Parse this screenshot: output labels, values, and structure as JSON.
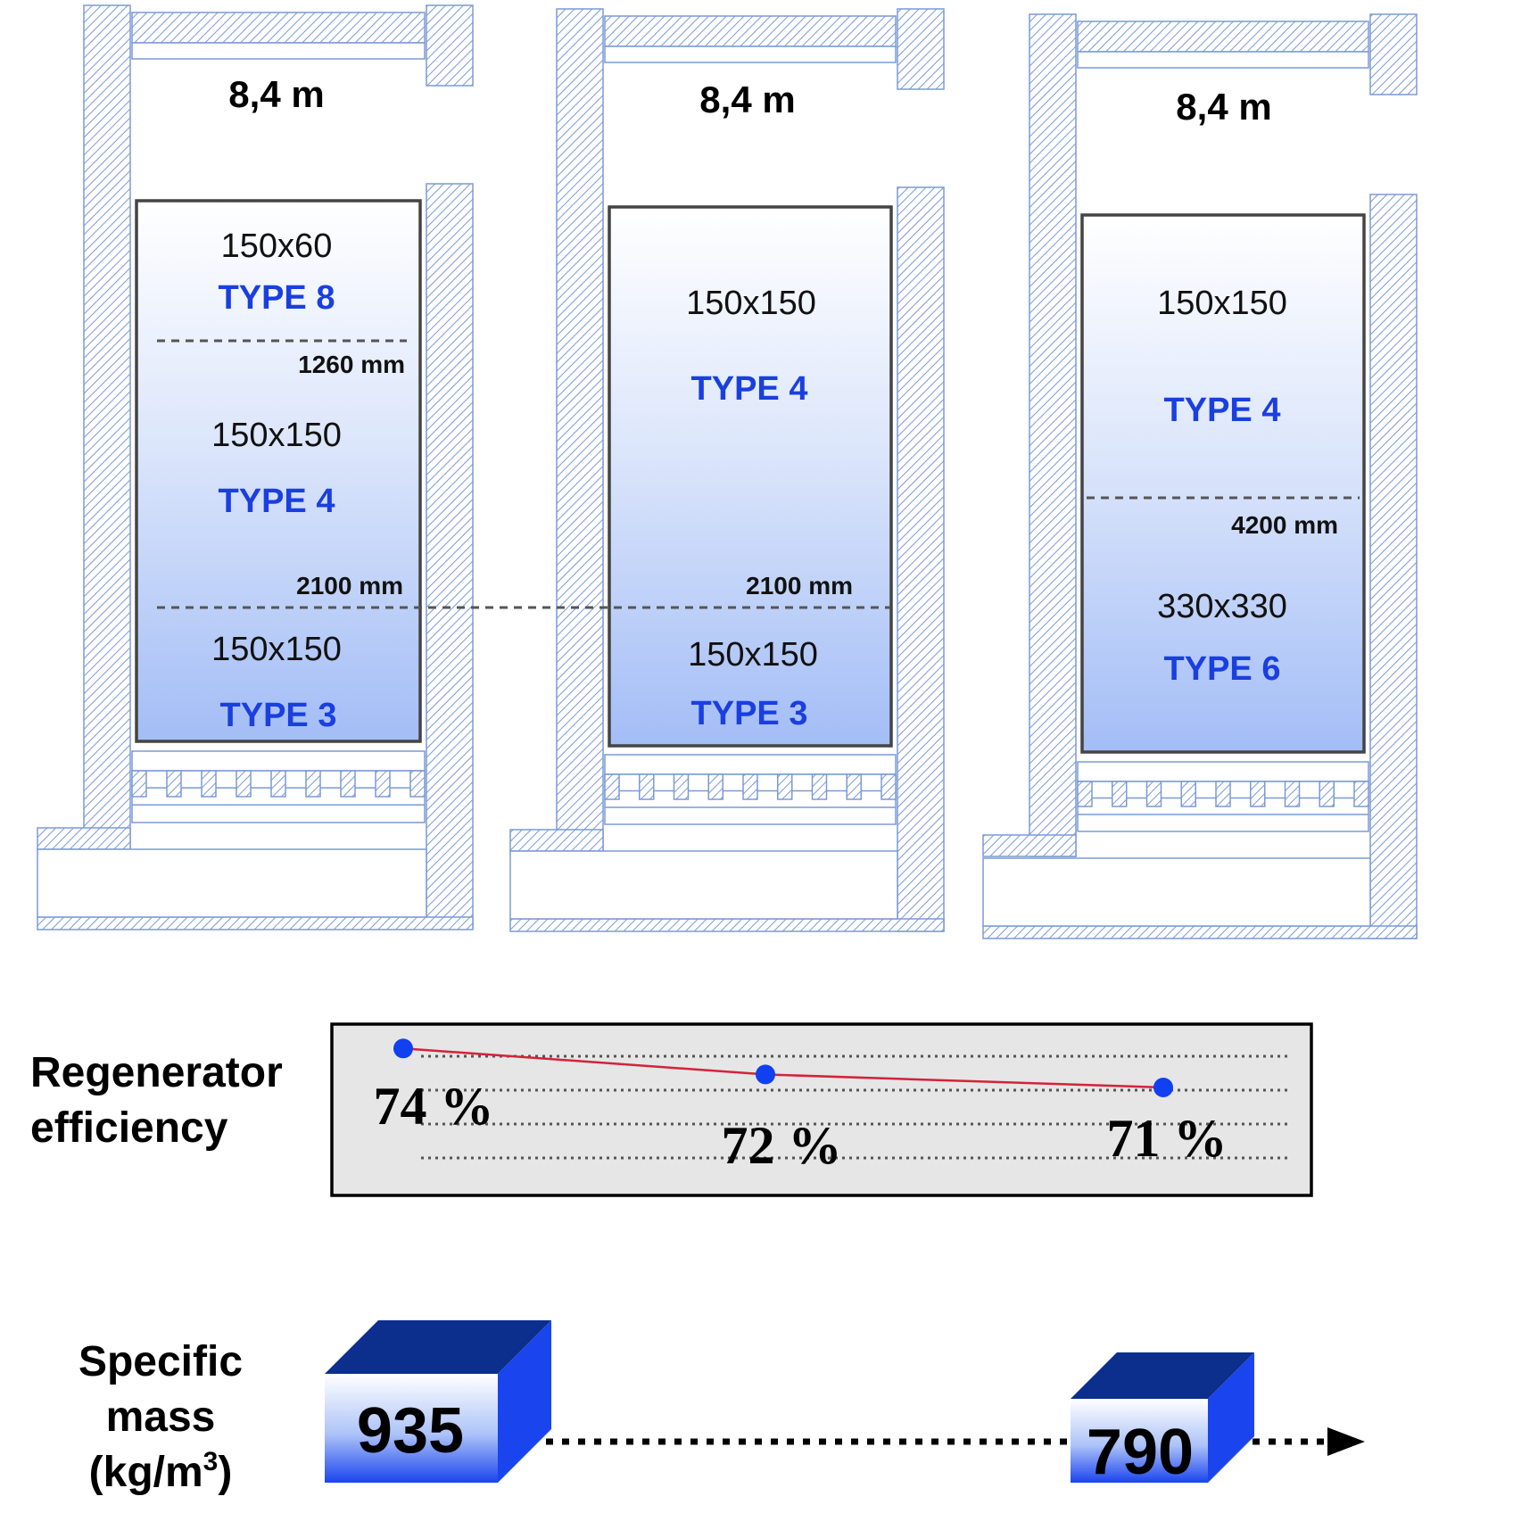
{
  "regenerators": [
    {
      "height_label": "8,4 m",
      "zones": [
        {
          "size": "150x60",
          "type": "TYPE 8"
        },
        {
          "size": "150x150",
          "type": "TYPE 4"
        },
        {
          "size": "150x150",
          "type": "TYPE 3"
        }
      ],
      "boundaries": [
        "1260 mm",
        "2100 mm"
      ]
    },
    {
      "height_label": "8,4 m",
      "zones": [
        {
          "size": "150x150",
          "type": "TYPE 4"
        },
        {
          "size": "150x150",
          "type": "TYPE 3"
        }
      ],
      "boundaries": [
        "2100 mm"
      ]
    },
    {
      "height_label": "8,4 m",
      "zones": [
        {
          "size": "150x150",
          "type": "TYPE 4"
        },
        {
          "size": "330x330",
          "type": "TYPE 6"
        }
      ],
      "boundaries": [
        "4200 mm"
      ]
    }
  ],
  "efficiency": {
    "label_line1": "Regenerator",
    "label_line2": "efficiency",
    "values": [
      "74 %",
      "72 %",
      "71 %"
    ],
    "chart_data": {
      "type": "line",
      "x": [
        1,
        2,
        3
      ],
      "values": [
        74,
        72,
        71
      ],
      "series_color": "#d4223a",
      "marker_color": "#1040f0"
    }
  },
  "mass": {
    "label_line1": "Specific",
    "label_line2": "mass",
    "label_line3": "(kg/m",
    "label_sup": "3",
    "label_close": ")",
    "values": [
      "935",
      "790"
    ]
  },
  "colors": {
    "wall": "#7a9ad6",
    "type_text": "#1a3fe0",
    "fill_top": "#ffffff",
    "fill_bottom": "#a6c0f7",
    "cube_front": "#1a44ee",
    "cube_top": "#0c2e8c"
  }
}
